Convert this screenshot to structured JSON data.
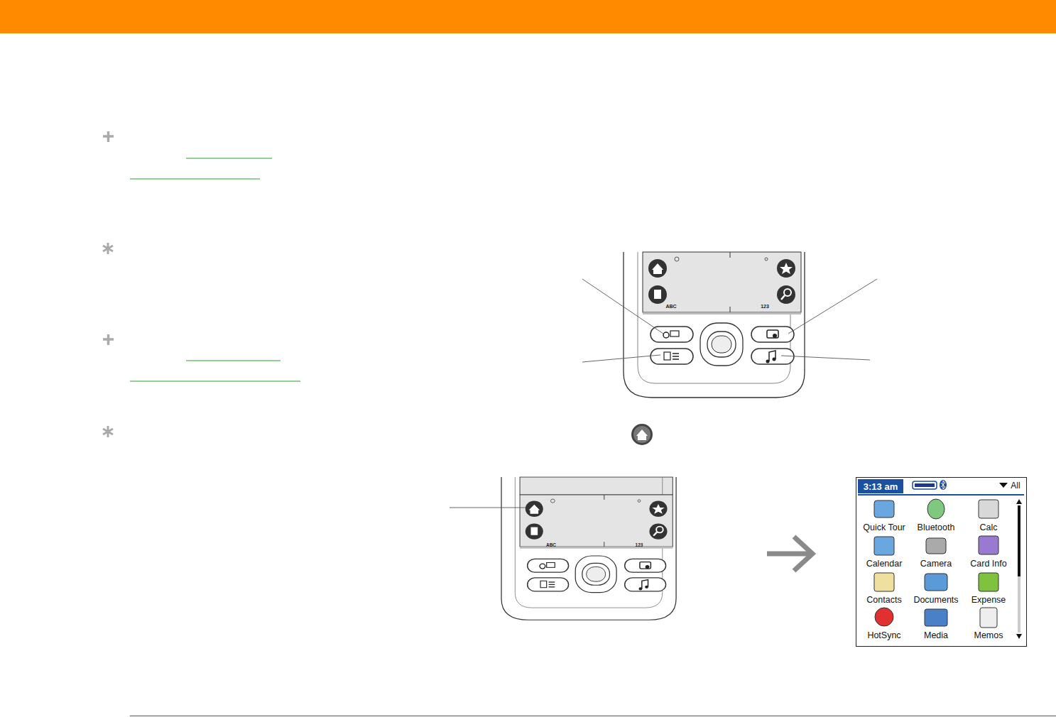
{
  "diagram": {
    "labels": [
      "ABC",
      "123",
      "ABC",
      "123",
      "3:13 am",
      "All",
      "Quick Tour",
      "Bluetooth",
      "Calc",
      "Calendar",
      "Camera",
      "Card Info",
      "Contacts",
      "Documents",
      "Expense",
      "HotSync",
      "Media",
      "Memos"
    ]
  }
}
